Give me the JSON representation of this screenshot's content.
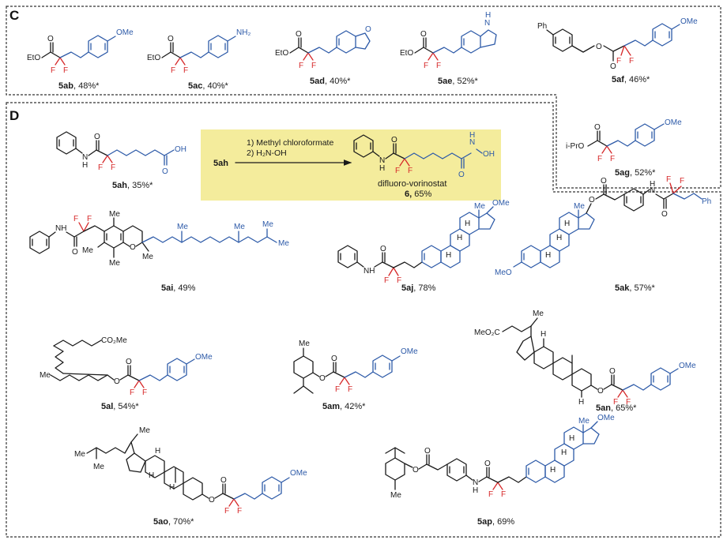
{
  "panels": {
    "c": "C",
    "d": "D"
  },
  "compounds": {
    "ab": {
      "id": "5ab",
      "yield": ", 48%*"
    },
    "ac": {
      "id": "5ac",
      "yield": ", 40%*"
    },
    "ad": {
      "id": "5ad",
      "yield": ", 40%*"
    },
    "ae": {
      "id": "5ae",
      "yield": ", 52%*"
    },
    "af": {
      "id": "5af",
      "yield": ", 46%*"
    },
    "ag": {
      "id": "5ag",
      "yield": ", 52%*"
    },
    "ah": {
      "id": "5ah",
      "yield": ", 35%*"
    },
    "ai": {
      "id": "5ai",
      "yield": ", 49%"
    },
    "aj": {
      "id": "5aj",
      "yield": ", 78%"
    },
    "ak": {
      "id": "5ak",
      "yield": ", 57%*"
    },
    "al": {
      "id": "5al",
      "yield": ", 54%*"
    },
    "am": {
      "id": "5am",
      "yield": ", 42%*"
    },
    "an": {
      "id": "5an",
      "yield": ", 65%*"
    },
    "ao": {
      "id": "5ao",
      "yield": ", 70%*"
    },
    "ap": {
      "id": "5ap",
      "yield": ", 69%"
    }
  },
  "reaction": {
    "reagent": "5ah",
    "step1": "1) Methyl chloroformate",
    "step2": "2) H₂N-OH",
    "product_name": "difluoro-vorinostat",
    "product_id": "6,",
    "product_yield": " 65%"
  },
  "atoms": {
    "F": "F",
    "O": "O",
    "N": "N",
    "H": "H",
    "OMe": "OMe",
    "NH2": "NH₂",
    "EtO": "EtO",
    "Ph": "Ph",
    "iPrO": "i-PrO",
    "OH": "OH",
    "NH": "NH",
    "Me": "Me",
    "CO2Me": "CO₂Me",
    "MeO2C": "MeO₂C",
    "MeO": "MeO"
  },
  "colors": {
    "black": "#1a1a1a",
    "blue": "#2d5aa8",
    "red": "#d62728",
    "highlight": "#f4ec9c"
  }
}
